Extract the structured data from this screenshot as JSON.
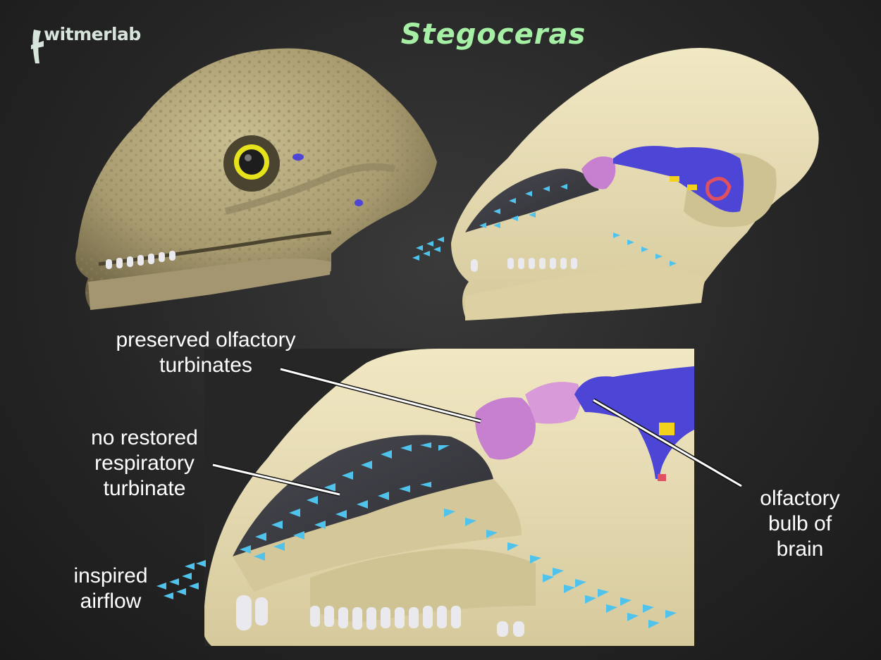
{
  "title": "Stegoceras",
  "logo": {
    "text": "witmerlab",
    "icon": "rock-hammer-icon"
  },
  "labels": {
    "preserved_olfactory_turbinates": [
      "preserved olfactory",
      "turbinates"
    ],
    "no_restored_respiratory_turbinate": [
      "no restored",
      "respiratory",
      "turbinate"
    ],
    "inspired_airflow": [
      "inspired",
      "airflow"
    ],
    "olfactory_bulb_of_brain": [
      "olfactory",
      "bulb of",
      "brain"
    ]
  },
  "colors": {
    "bone": "#e7dcb1",
    "skin": "#b0a47a",
    "brain": "#4c45d6",
    "olfactory_turbinate": "#c780d0",
    "airflow_arrows": "#4fc3ec",
    "inner_ear": "#e05060",
    "nerve": "#f2d21b",
    "title": "#a6f0a6"
  }
}
